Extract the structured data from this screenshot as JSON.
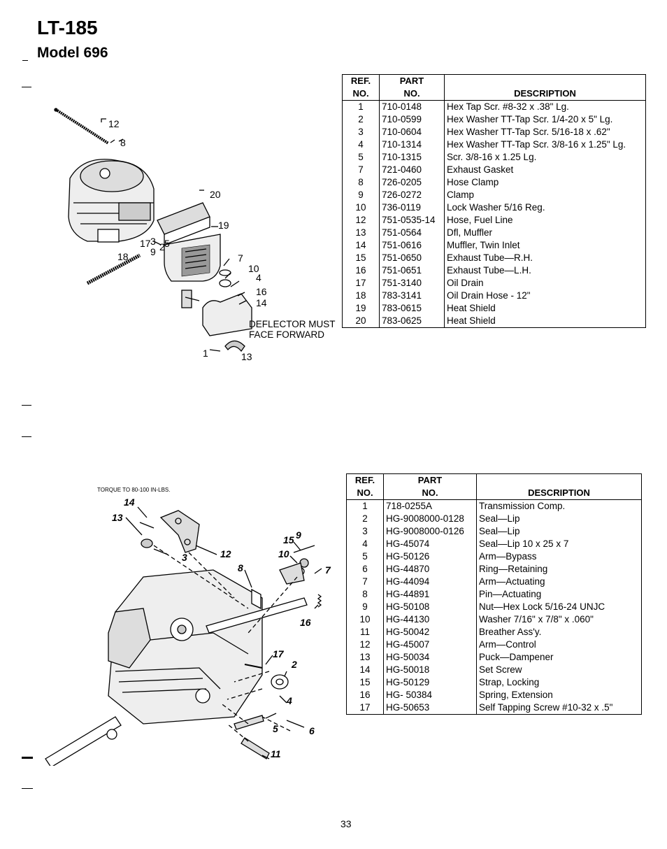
{
  "header": {
    "title": "LT-185",
    "subtitle": "Model 696"
  },
  "table1": {
    "headers": {
      "ref_line1": "REF.",
      "ref_line2": "NO.",
      "part_line1": "PART",
      "part_line2": "NO.",
      "description": "DESCRIPTION"
    },
    "rows": [
      {
        "ref": "1",
        "part": "710-0148",
        "desc": "Hex Tap Scr. #8-32 x .38\" Lg."
      },
      {
        "ref": "2",
        "part": "710-0599",
        "desc": "Hex Washer TT-Tap Scr. 1/4-20 x 5\" Lg."
      },
      {
        "ref": "3",
        "part": "710-0604",
        "desc": "Hex Washer TT-Tap Scr. 5/16-18  x .62\""
      },
      {
        "ref": "4",
        "part": "710-1314",
        "desc": "Hex Washer TT-Tap Scr. 3/8-16 x  1.25\" Lg."
      },
      {
        "ref": "5",
        "part": "710-1315",
        "desc": "Scr. 3/8-16 x 1.25 Lg."
      },
      {
        "ref": "7",
        "part": "721-0460",
        "desc": "Exhaust Gasket"
      },
      {
        "ref": "8",
        "part": "726-0205",
        "desc": "Hose Clamp"
      },
      {
        "ref": "9",
        "part": "726-0272",
        "desc": "Clamp"
      },
      {
        "ref": "10",
        "part": "736-0119",
        "desc": "Lock Washer 5/16 Reg."
      },
      {
        "ref": "12",
        "part": "751-0535-14",
        "desc": "Hose, Fuel Line"
      },
      {
        "ref": "13",
        "part": "751-0564",
        "desc": "Dfl, Muffler"
      },
      {
        "ref": "14",
        "part": "751-0616",
        "desc": "Muffler, Twin Inlet"
      },
      {
        "ref": "15",
        "part": "751-0650",
        "desc": "Exhaust Tube—R.H."
      },
      {
        "ref": "16",
        "part": "751-0651",
        "desc": "Exhaust Tube—L.H."
      },
      {
        "ref": "17",
        "part": "751-3140",
        "desc": "Oil Drain"
      },
      {
        "ref": "18",
        "part": "783-3141",
        "desc": "Oil Drain Hose - 12\""
      },
      {
        "ref": "19",
        "part": "783-0615",
        "desc": "Heat Shield"
      },
      {
        "ref": "20",
        "part": "783-0625",
        "desc": "Heat Shield"
      }
    ]
  },
  "diagram1": {
    "note_line1": "DEFLECTOR MUST",
    "note_line2": "FACE FORWARD",
    "callouts": [
      "12",
      "8",
      "20",
      "19",
      "17",
      "3",
      "9",
      "2",
      "18",
      "7",
      "10",
      "4",
      "16",
      "14",
      "1",
      "13",
      "5"
    ]
  },
  "table2": {
    "headers": {
      "ref_line1": "REF.",
      "ref_line2": "NO.",
      "part_line1": "PART",
      "part_line2": "NO.",
      "description": "DESCRIPTION"
    },
    "rows": [
      {
        "ref": "1",
        "part": "718-0255A",
        "desc": "Transmission Comp."
      },
      {
        "ref": "2",
        "part": "HG-9008000-0128",
        "desc": "Seal—Lip"
      },
      {
        "ref": "3",
        "part": "HG-9008000-0126",
        "desc": "Seal—Lip"
      },
      {
        "ref": "4",
        "part": "HG-45074",
        "desc": "Seal—Lip 10 x 25 x 7"
      },
      {
        "ref": "5",
        "part": "HG-50126",
        "desc": "Arm—Bypass"
      },
      {
        "ref": "6",
        "part": "HG-44870",
        "desc": "Ring—Retaining"
      },
      {
        "ref": "7",
        "part": "HG-44094",
        "desc": "Arm—Actuating"
      },
      {
        "ref": "8",
        "part": "HG-44891",
        "desc": "Pin—Actuating"
      },
      {
        "ref": "9",
        "part": "HG-50108",
        "desc": "Nut—Hex Lock 5/16-24 UNJC"
      },
      {
        "ref": "10",
        "part": "HG-44130",
        "desc": "Washer 7/16\" x 7/8\" x .060\""
      },
      {
        "ref": "11",
        "part": "HG-50042",
        "desc": "Breather Ass'y."
      },
      {
        "ref": "12",
        "part": "HG-45007",
        "desc": "Arm—Control"
      },
      {
        "ref": "13",
        "part": "HG-50034",
        "desc": "Puck—Dampener"
      },
      {
        "ref": "14",
        "part": "HG-50018",
        "desc": "Set Screw"
      },
      {
        "ref": "15",
        "part": "HG-50129",
        "desc": "Strap, Locking"
      },
      {
        "ref": "16",
        "part": "HG- 50384",
        "desc": "Spring, Extension"
      },
      {
        "ref": "17",
        "part": "HG-50653",
        "desc": "Self Tapping Screw #10-32 x .5\""
      }
    ]
  },
  "diagram2": {
    "torque_note": "TORQUE TO 80-100 IN-LBS.",
    "callouts": [
      "14",
      "13",
      "3",
      "12",
      "15",
      "9",
      "10",
      "7",
      "8",
      "16",
      "17",
      "2",
      "4",
      "5",
      "6",
      "11"
    ]
  },
  "footer": {
    "page_number": "33"
  }
}
